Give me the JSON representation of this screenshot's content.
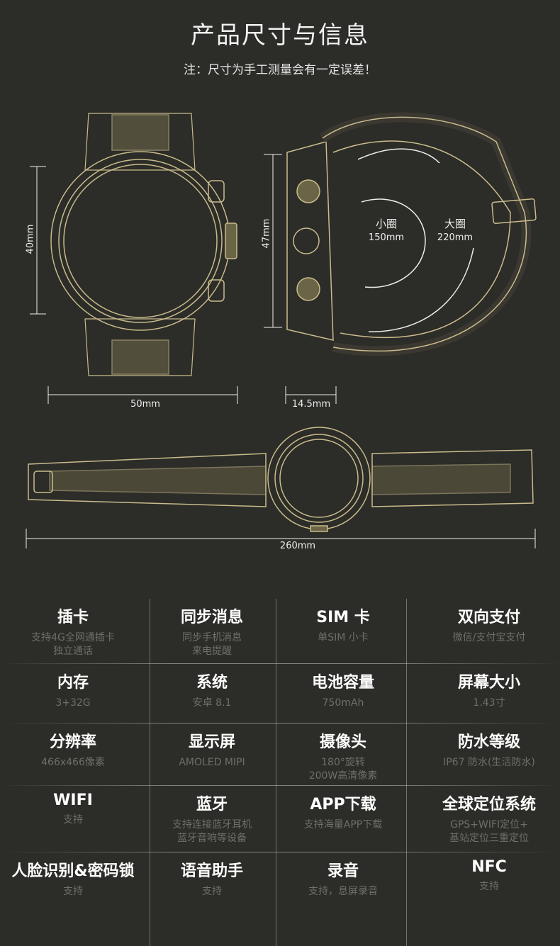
{
  "title": "产品尺寸与信息",
  "note": "注：尺寸为手工测量会有一定误差！",
  "dimensions": {
    "height_front": "40mm",
    "width_front": "50mm",
    "height_side": "47mm",
    "depth_side": "14.5mm",
    "length_strap": "260mm",
    "small_loop_label": "小圈",
    "small_loop_value": "150mm",
    "large_loop_label": "大圈",
    "large_loop_value": "220mm"
  },
  "colors": {
    "line": "#c9bb8c",
    "bg": "#2c2c28"
  },
  "specs": [
    {
      "title": "插卡",
      "desc": "支持4G全网通插卡\n独立通话"
    },
    {
      "title": "同步消息",
      "desc": "同步手机消息\n来电提醒"
    },
    {
      "title": "SIM 卡",
      "desc": "单SIM 小卡"
    },
    {
      "title": "双向支付",
      "desc": "微信/支付宝支付"
    },
    {
      "title": "内存",
      "desc": "3+32G"
    },
    {
      "title": "系统",
      "desc": "安卓 8.1"
    },
    {
      "title": "电池容量",
      "desc": "750mAh"
    },
    {
      "title": "屏幕大小",
      "desc": "1.43寸"
    },
    {
      "title": "分辨率",
      "desc": "466x466像素"
    },
    {
      "title": "显示屏",
      "desc": "AMOLED MIPI"
    },
    {
      "title": "摄像头",
      "desc": "180°旋转\n200W高清像素"
    },
    {
      "title": "防水等级",
      "desc": "IP67 防水(生活防水)"
    },
    {
      "title": "WIFI",
      "desc": "支持"
    },
    {
      "title": "蓝牙",
      "desc": "支持连接蓝牙耳机\n蓝牙音响等设备"
    },
    {
      "title": "APP下载",
      "desc": "支持海量APP下载"
    },
    {
      "title": "全球定位系统",
      "desc": "GPS+WIFI定位+\n基站定位三重定位"
    },
    {
      "title": "人脸识别&密码锁",
      "desc": "支持"
    },
    {
      "title": "语音助手",
      "desc": "支持"
    },
    {
      "title": "录音",
      "desc": "支持，息屏录音"
    },
    {
      "title": "NFC",
      "desc": "支持"
    }
  ]
}
